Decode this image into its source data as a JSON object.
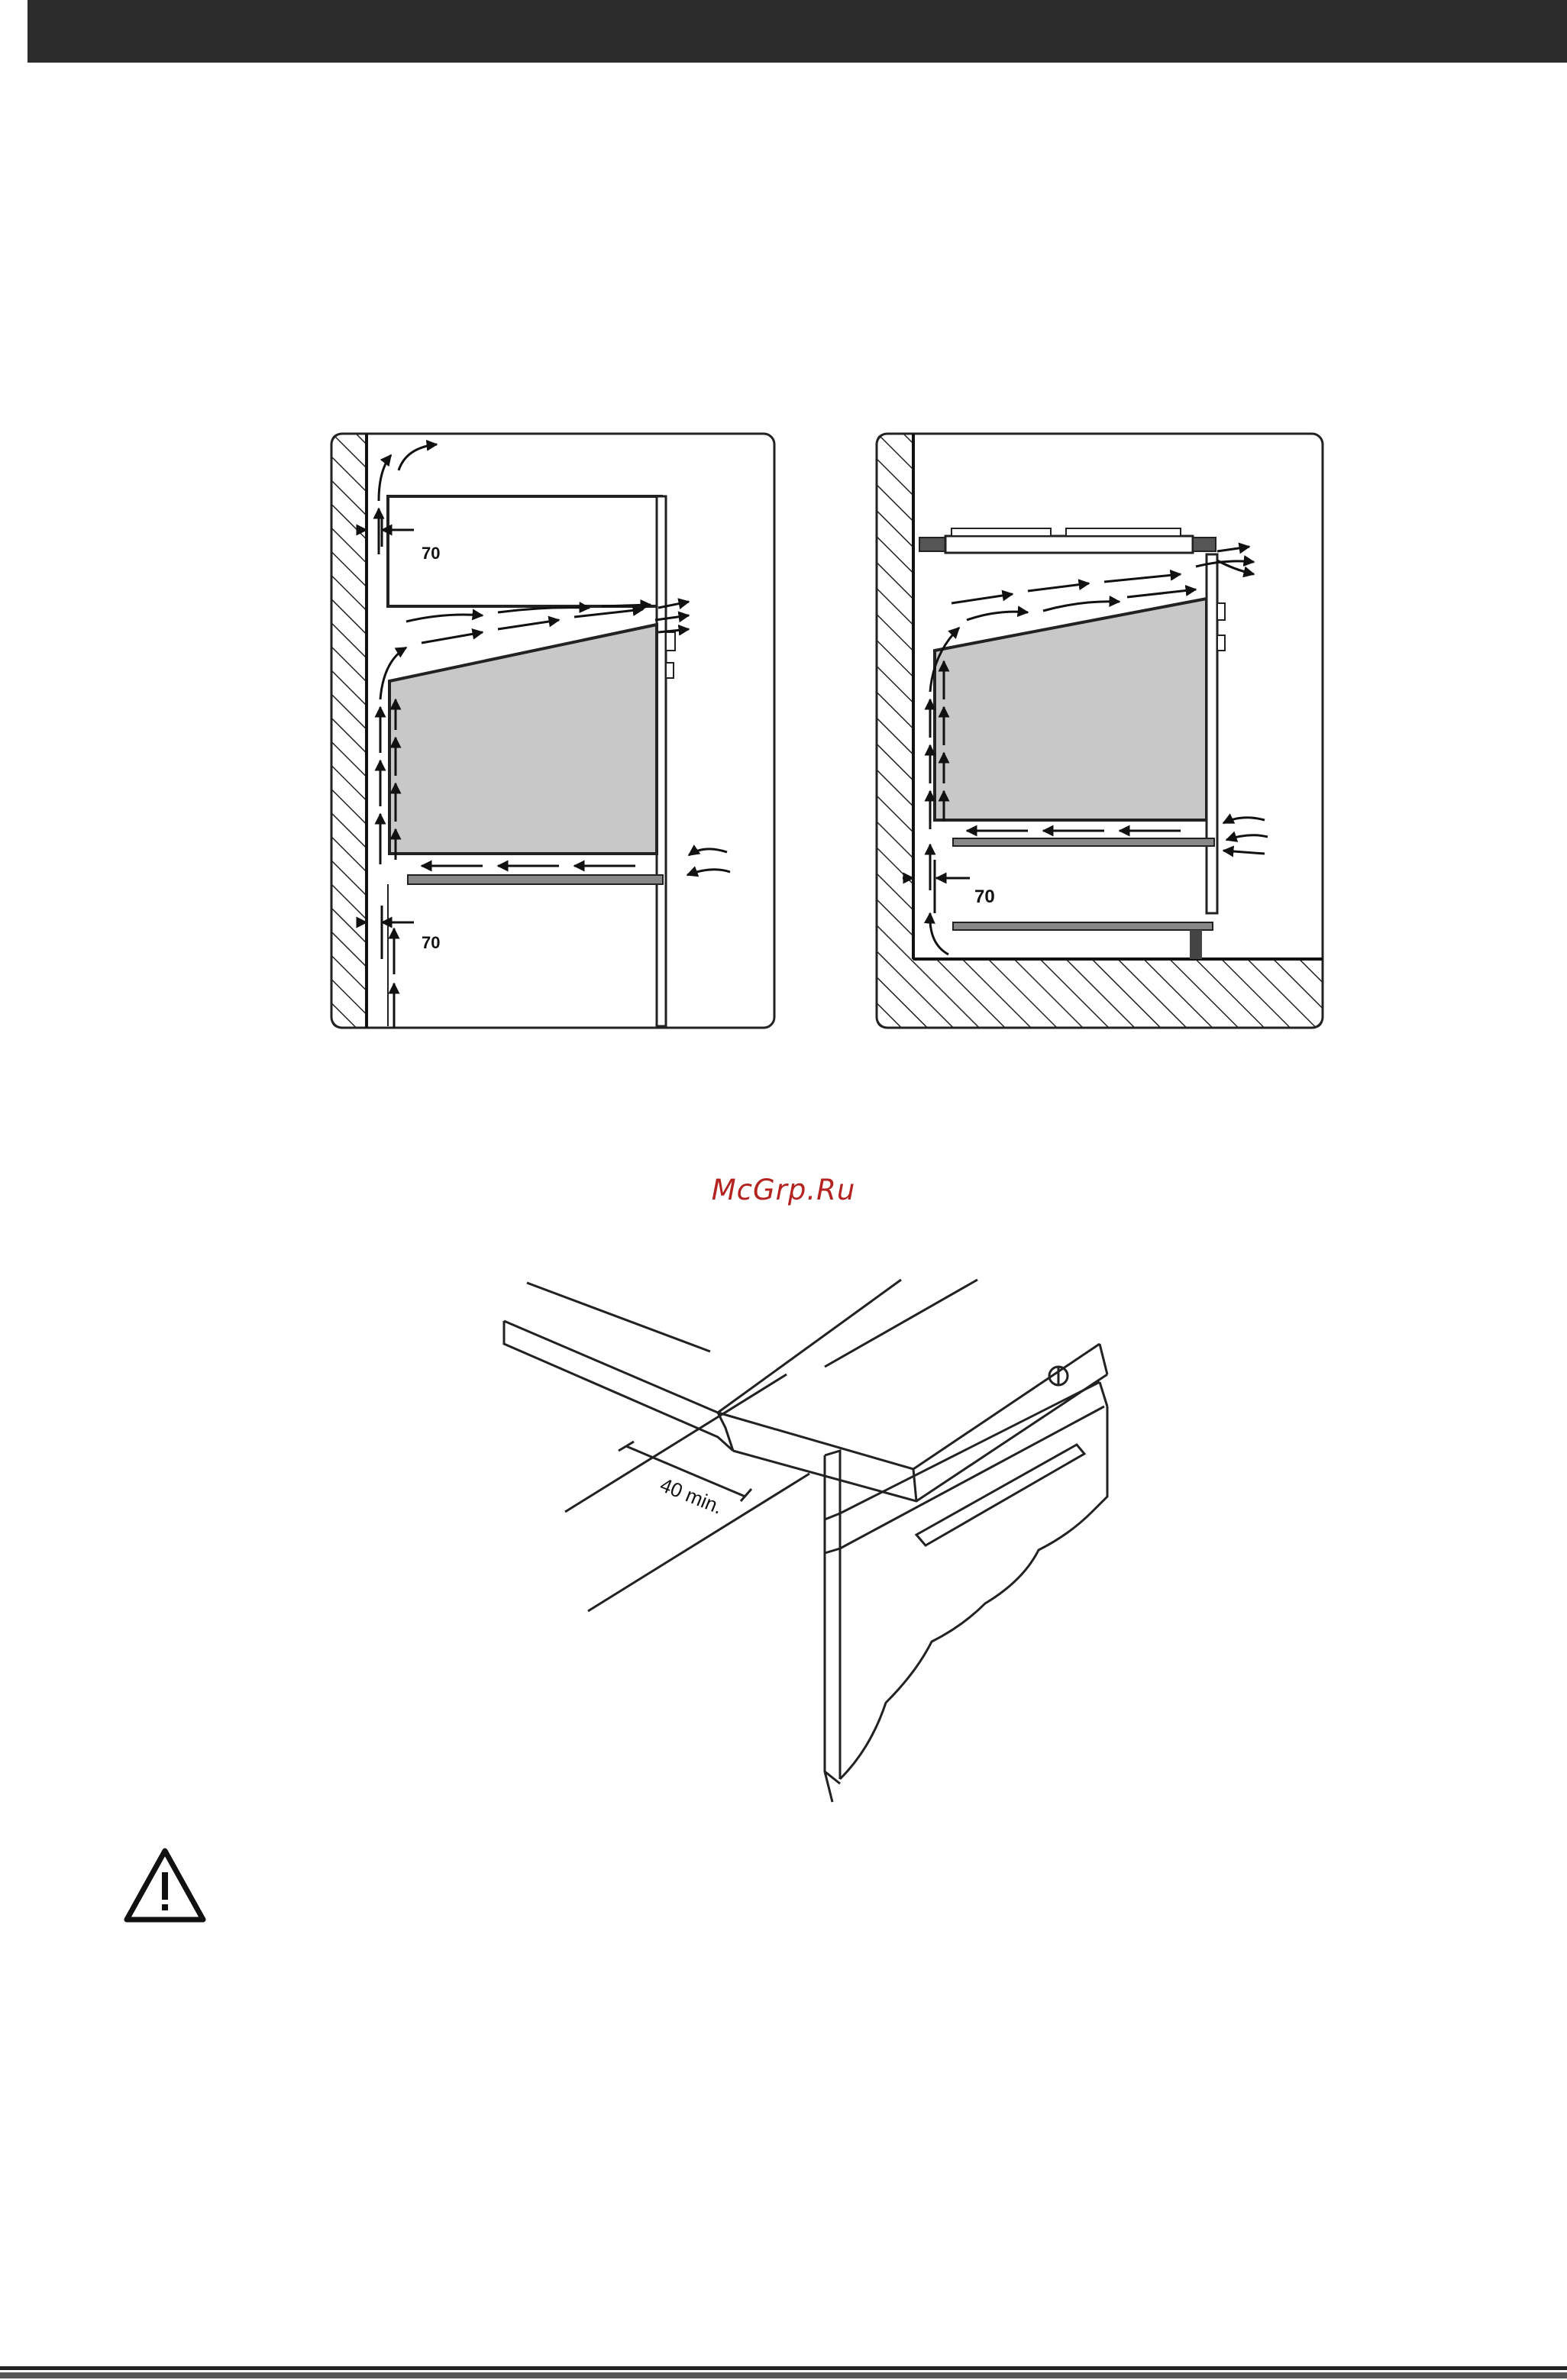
{
  "watermark": {
    "text": "McGrp.Ru"
  },
  "figure_left": {
    "clearance_top": "70",
    "clearance_bottom": "70"
  },
  "figure_right": {
    "clearance": "70"
  },
  "figure_worktop": {
    "clearance_label": "40 min."
  },
  "colors": {
    "header_bar": "#2b2b2b",
    "appliance_fill": "#c8c8c8",
    "watermark": "#b4231f"
  },
  "icons": {
    "warning": "warning-triangle-icon"
  }
}
